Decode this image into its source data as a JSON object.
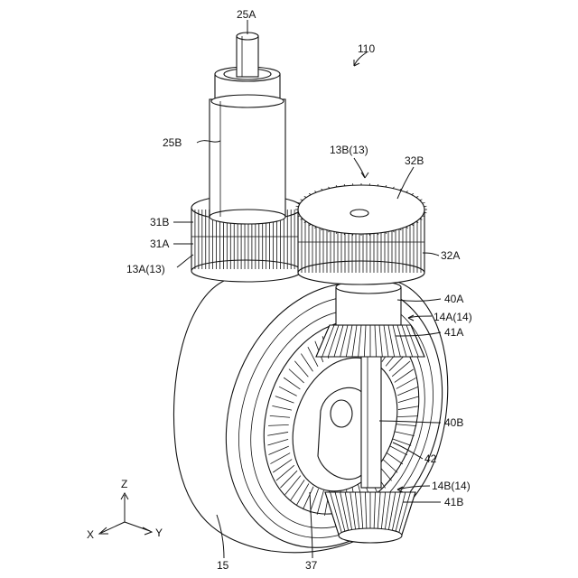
{
  "labels": {
    "shaft_top": "25A",
    "shaft_housing": "25B",
    "assembly": "110",
    "gear_pair_right": "13B(13)",
    "gear_32B": "32B",
    "gear_31B": "31B",
    "gear_31A": "31A",
    "gear_pair_left": "13A(13)",
    "gear_32A": "32A",
    "shaft_40A": "40A",
    "bevel_upper": "14A(14)",
    "bevel_41A": "41A",
    "shaft_40B": "40B",
    "part_42": "42",
    "bevel_lower": "14B(14)",
    "bevel_41B": "41B",
    "wheel": "15",
    "part_37": "37"
  },
  "axes": {
    "z": "Z",
    "x": "X",
    "y": "Y"
  }
}
